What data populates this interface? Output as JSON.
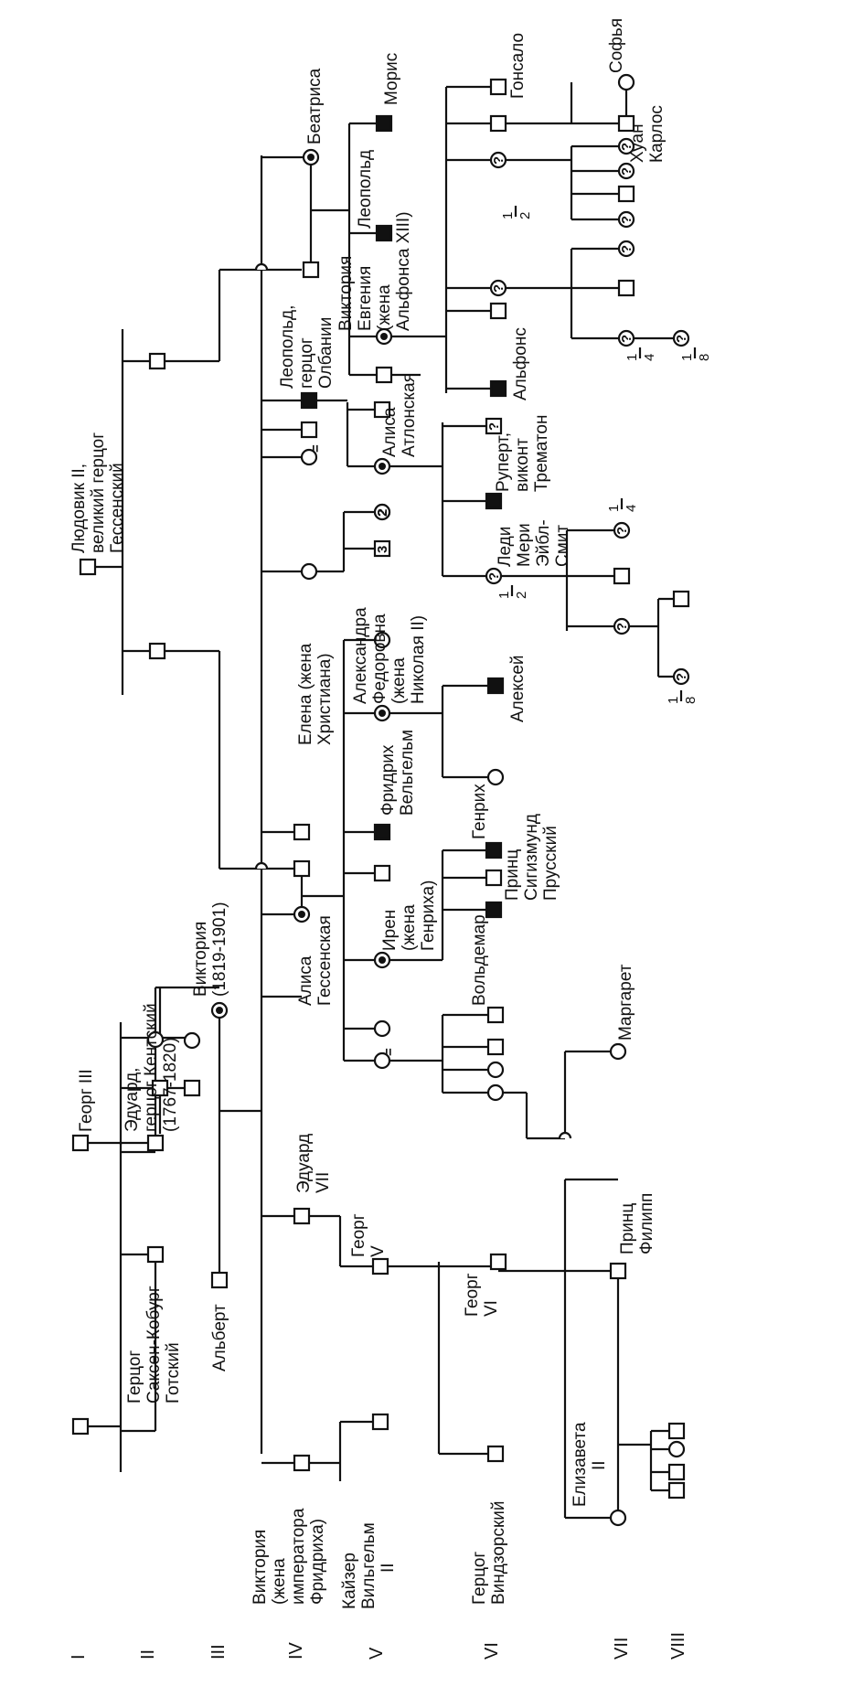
{
  "generations": [
    "I",
    "II",
    "III",
    "IV",
    "V",
    "VI",
    "VII",
    "VIII"
  ],
  "people": {
    "georg3": "Георг III",
    "eduard_kent": [
      "Эдуард,",
      "герцог Кентский",
      "(1767-1820)"
    ],
    "duke_saxe": [
      "Герцог",
      "Саксен-Кобург",
      "Готский"
    ],
    "viktoria": [
      "Виктория",
      "(1819-1901)"
    ],
    "albert": "Альберт",
    "ludwig": [
      "Людовик II,",
      "великий герцог",
      "Гессенский"
    ],
    "beatrisa": "Беатриса",
    "leopold_alb": [
      "Леопольд,",
      "герцог",
      "Олбании"
    ],
    "elena": [
      "Елена (жена",
      "Христиана)"
    ],
    "alisa_hess": [
      "Алиса",
      "Гессенская"
    ],
    "eduard7": [
      "Эдуард",
      "VII"
    ],
    "viktoria_fr": [
      "Виктория",
      "(жена",
      "императора",
      "Фридриха)"
    ],
    "moris": "Морис",
    "leopold2": "Леопольд",
    "viktoria_evg": [
      "Виктория",
      "Евгения",
      "(жена",
      "Альфонса XIII)"
    ],
    "alisa_atl": [
      "Алиса",
      "Атлонская"
    ],
    "alexandra": [
      "Александра",
      "Федоровна",
      "(жена",
      "Николая II)"
    ],
    "fridrih": [
      "Фридрих",
      "Вельгельм"
    ],
    "iren": [
      "Ирен",
      "(жена",
      "Генриха)"
    ],
    "georg5": [
      "Георг",
      "V"
    ],
    "kaiser": [
      "Кайзер",
      "Вильгельм",
      "II"
    ],
    "gonsalo": "Гонсало",
    "alfons": "Альфонс",
    "rupert": [
      "Руперт,",
      "виконт",
      "Трематон"
    ],
    "ledi_meri": [
      "Леди",
      "Мери",
      "Эйбл-",
      "Смит"
    ],
    "aleksej": "Алексей",
    "genrih": "Генрих",
    "prince_sig": [
      "Принц",
      "Сигизмунд",
      "Прусский"
    ],
    "voldemar": "Вольдемар",
    "georg6": [
      "Георг",
      "VI"
    ],
    "duke_windsor": [
      "Герцог",
      "Виндзорский"
    ],
    "sofya": "Софья",
    "huan_karlos": [
      "Хуан",
      "Карлос"
    ],
    "margaret": "Маргарет",
    "prince_filipp": [
      "Принц",
      "Филипп"
    ],
    "elizaveta": [
      "Елизавета",
      "II"
    ]
  },
  "marks": {
    "q": "?",
    "n3": "3",
    "n2": "2",
    "half": [
      "1",
      "2"
    ],
    "quarter": [
      "1",
      "4"
    ],
    "eighth": [
      "1",
      "8"
    ],
    "dbl": "="
  }
}
